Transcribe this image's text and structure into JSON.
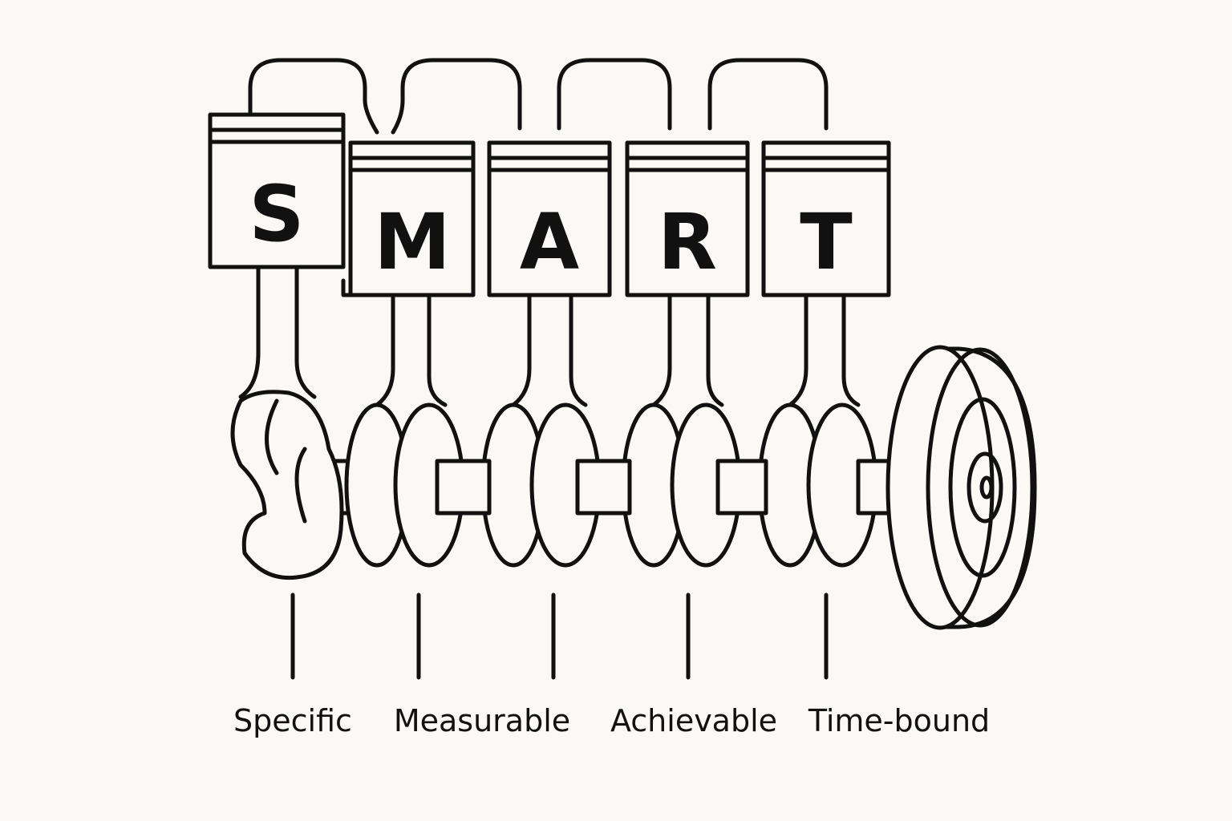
{
  "diagram": {
    "letters": [
      "S",
      "M",
      "A",
      "R",
      "T"
    ],
    "labels": [
      "Specific",
      "Measurable",
      "Achievable",
      "Time-bound"
    ],
    "colors": {
      "background": "#fbf9f5",
      "stroke": "#111111"
    }
  }
}
